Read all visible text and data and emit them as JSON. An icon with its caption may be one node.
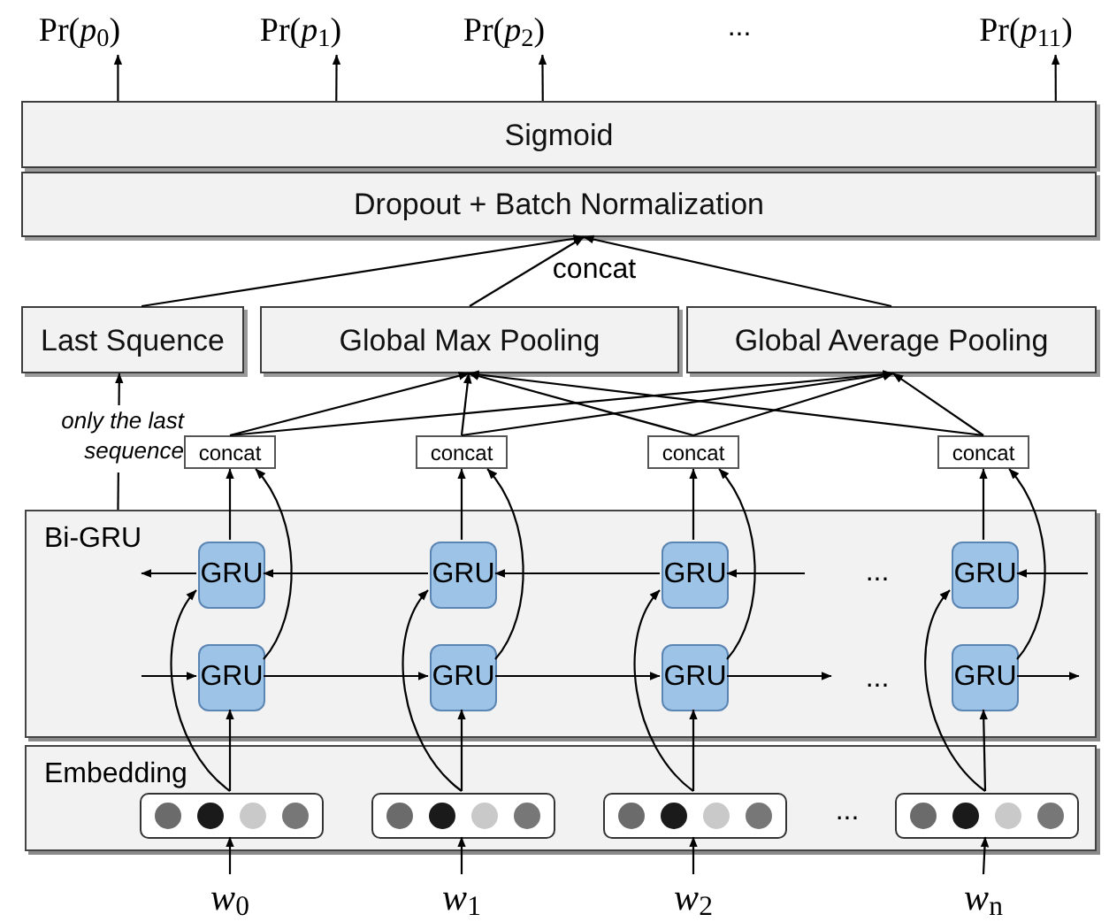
{
  "diagram": {
    "nodes": [
      {
        "text": [
          "Pr(*p*$_{0}$)"
        ]
      },
      {
        "text": [
          "Pr(*p*$_{1}$)"
        ]
      },
      {
        "text": [
          "Pr(*p*$_{2}$)"
        ]
      },
      {
        "text": [
          "Pr(*p*$_{11}$)"
        ]
      },
      {
        "text": [
          "Sigmoid"
        ]
      },
      {
        "text": [
          "Dropout + Batch Normalization"
        ]
      },
      {
        "text": [
          "Last Squence"
        ]
      },
      {
        "text": [
          "Global Max Pooling"
        ]
      },
      {
        "text": [
          "Global Average Pooling"
        ]
      },
      {
        "text": [
          "concat"
        ]
      },
      {
        "text": [
          "concat"
        ]
      },
      {
        "text": [
          "concat"
        ]
      },
      {
        "text": [
          "concat"
        ]
      },
      {
        "text": [
          "Bi-GRU"
        ]
      },
      {
        "text": [
          "GRU"
        ],
        "in": 13
      },
      {
        "text": [
          "GRU"
        ],
        "in": 13
      },
      {
        "text": [
          "GRU"
        ],
        "in": 13
      },
      {
        "text": [
          "GRU"
        ],
        "in": 13
      },
      {
        "text": [
          "GRU"
        ],
        "in": 13
      },
      {
        "text": [
          "GRU"
        ],
        "in": 13
      },
      {
        "text": [
          "GRU"
        ],
        "in": 13
      },
      {
        "text": [
          "GRU"
        ],
        "in": 13
      },
      {
        "text": [
          "Embedding"
        ]
      },
      {
        "text": [],
        "shape": "box",
        "in": 22
      },
      {
        "text": [],
        "shape": "box",
        "in": 22
      },
      {
        "text": [],
        "shape": "box",
        "in": 22
      },
      {
        "text": [],
        "shape": "box",
        "in": 22
      },
      {
        "text": [
          "*w*$_{0}$"
        ]
      },
      {
        "text": [
          "*w*$_{1}$"
        ]
      },
      {
        "text": [
          "*w*$_{2}$"
        ]
      },
      {
        "text": [
          "*w*$_{n}$"
        ]
      }
    ],
    "edges": [
      {
        "from": 4,
        "to": 0,
        "arrow": "to"
      },
      {
        "from": 4,
        "to": 1,
        "arrow": "to"
      },
      {
        "from": 4,
        "to": 2,
        "arrow": "to"
      },
      {
        "from": 4,
        "to": 3,
        "arrow": "to"
      },
      {
        "from": 6,
        "to": 5,
        "arrow": "to"
      },
      {
        "from": 7,
        "to": 5,
        "arrow": "to"
      },
      {
        "from": 8,
        "to": 5,
        "arrow": "to"
      },
      {
        "from": 13,
        "to": 6,
        "arrow": "to",
        "label": "only the last sequence"
      },
      {
        "from": 9,
        "to": 7,
        "arrow": "to"
      },
      {
        "from": 9,
        "to": 8,
        "arrow": "to"
      },
      {
        "from": 10,
        "to": 7,
        "arrow": "to"
      },
      {
        "from": 10,
        "to": 8,
        "arrow": "to"
      },
      {
        "from": 11,
        "to": 7,
        "arrow": "to"
      },
      {
        "from": 11,
        "to": 8,
        "arrow": "to"
      },
      {
        "from": 12,
        "to": 7,
        "arrow": "to"
      },
      {
        "from": 12,
        "to": 8,
        "arrow": "to"
      },
      {
        "from": 14,
        "to": 9,
        "arrow": "to"
      },
      {
        "from": 15,
        "to": 10,
        "arrow": "to"
      },
      {
        "from": 16,
        "to": 11,
        "arrow": "to"
      },
      {
        "from": 17,
        "to": 12,
        "arrow": "to"
      },
      {
        "from": 18,
        "to": 9,
        "arrow": "to"
      },
      {
        "from": 19,
        "to": 10,
        "arrow": "to"
      },
      {
        "from": 20,
        "to": 11,
        "arrow": "to"
      },
      {
        "from": 21,
        "to": 12,
        "arrow": "to"
      },
      {
        "from": 14,
        "to": null,
        "arrow": "to"
      },
      {
        "from": 15,
        "to": 14,
        "arrow": "to"
      },
      {
        "from": 16,
        "to": 15,
        "arrow": "to"
      },
      {
        "from": null,
        "to": 16,
        "arrow": "to"
      },
      {
        "from": null,
        "to": 17,
        "arrow": "to"
      },
      {
        "from": null,
        "to": 18,
        "arrow": "to"
      },
      {
        "from": 18,
        "to": 19,
        "arrow": "to"
      },
      {
        "from": 19,
        "to": 20,
        "arrow": "to"
      },
      {
        "from": 20,
        "to": null,
        "arrow": "to"
      },
      {
        "from": 21,
        "to": null,
        "arrow": "to"
      },
      {
        "from": 23,
        "to": 18,
        "arrow": "to"
      },
      {
        "from": 24,
        "to": 19,
        "arrow": "to"
      },
      {
        "from": 25,
        "to": 20,
        "arrow": "to"
      },
      {
        "from": 26,
        "to": 21,
        "arrow": "to"
      },
      {
        "from": 23,
        "to": 14,
        "arrow": "to"
      },
      {
        "from": 24,
        "to": 15,
        "arrow": "to"
      },
      {
        "from": 25,
        "to": 16,
        "arrow": "to"
      },
      {
        "from": 26,
        "to": 17,
        "arrow": "to"
      },
      {
        "from": 27,
        "to": 23,
        "arrow": "to"
      },
      {
        "from": 28,
        "to": 24,
        "arrow": "to"
      },
      {
        "from": 29,
        "to": 25,
        "arrow": "to"
      },
      {
        "from": 30,
        "to": 26,
        "arrow": "to"
      }
    ],
    "labels": [
      "...",
      "concat",
      "...",
      "...",
      "..."
    ]
  }
}
